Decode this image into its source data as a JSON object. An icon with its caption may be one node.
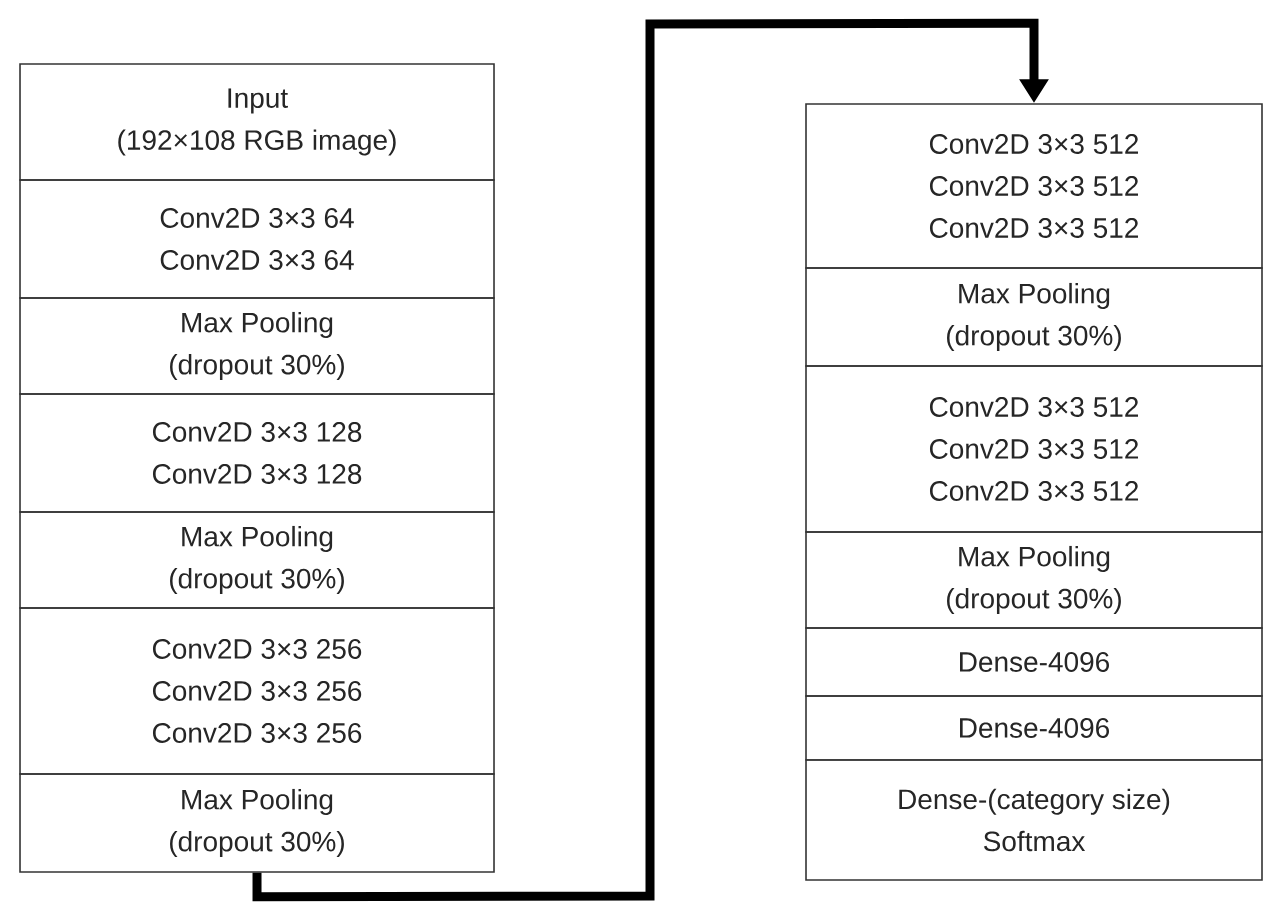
{
  "diagram": {
    "nodes": [
      {
        "text": [
          "Input",
          "(192×108 RGB image)"
        ]
      },
      {
        "text": [
          "Conv2D 3×3 64",
          "Conv2D 3×3 64"
        ]
      },
      {
        "text": [
          "Max Pooling",
          "(dropout 30%)"
        ]
      },
      {
        "text": [
          "Conv2D 3×3 128",
          "Conv2D 3×3 128"
        ]
      },
      {
        "text": [
          "Max Pooling",
          "(dropout 30%)"
        ]
      },
      {
        "text": [
          "Conv2D 3×3 256",
          "Conv2D 3×3 256",
          "Conv2D 3×3 256"
        ]
      },
      {
        "text": [
          "Max Pooling",
          "(dropout 30%)"
        ]
      },
      {
        "text": [
          "Conv2D 3×3 512",
          "Conv2D 3×3 512",
          "Conv2D 3×3 512"
        ]
      },
      {
        "text": [
          "Max Pooling",
          "(dropout 30%)"
        ]
      },
      {
        "text": [
          "Conv2D 3×3 512",
          "Conv2D 3×3 512",
          "Conv2D 3×3 512"
        ]
      },
      {
        "text": [
          "Max Pooling",
          "(dropout 30%)"
        ]
      },
      {
        "text": [
          "Dense-4096"
        ]
      },
      {
        "text": [
          "Dense-4096"
        ]
      },
      {
        "text": [
          "Dense-(category size)",
          "Softmax"
        ]
      }
    ],
    "edges": [
      {
        "from": 6,
        "to": 7,
        "arrow": "to"
      }
    ]
  }
}
